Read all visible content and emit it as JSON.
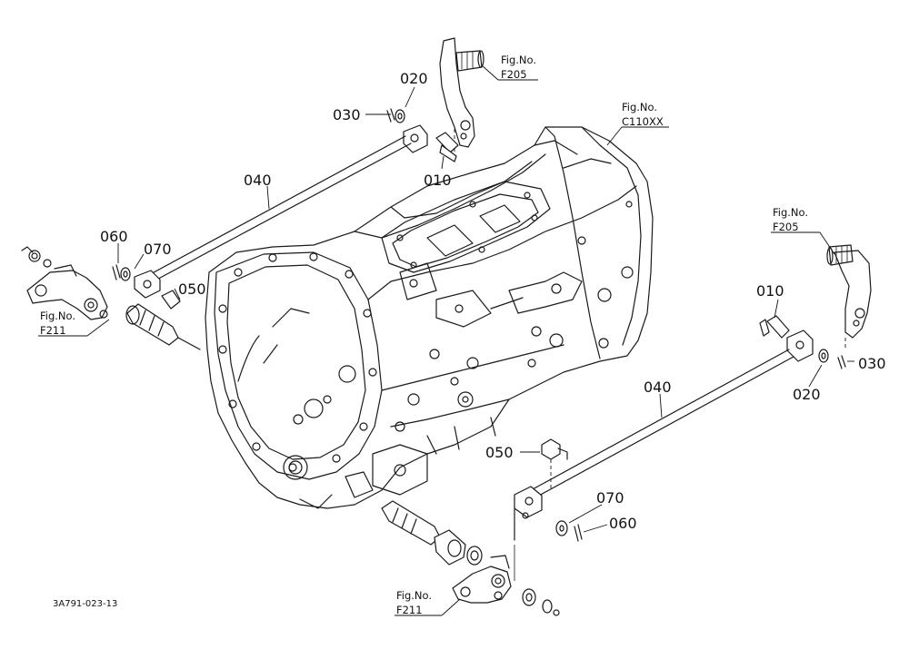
{
  "part_labels": {
    "p010_top": "010",
    "p020_top": "020",
    "p030_top": "030",
    "p040_left": "040",
    "p060_left": "060",
    "p070_left": "070",
    "p050_left": "050",
    "p010_right": "010",
    "p030_right": "030",
    "p020_right": "020",
    "p040_right": "040",
    "p050_bottom": "050",
    "p070_bottom": "070",
    "p060_bottom": "060"
  },
  "figure_refs": {
    "f205_top": {
      "line1": "Fig.No.",
      "line2": "F205"
    },
    "c110_top": {
      "line1": "Fig.No.",
      "line2": "C110XX"
    },
    "f205_right": {
      "line1": "Fig.No.",
      "line2": "F205"
    },
    "f211_left": {
      "line1": "Fig.No.",
      "line2": "F211"
    },
    "f211_bottom": {
      "line1": "Fig.No.",
      "line2": "F211"
    }
  },
  "diagram_code": "3A791-023-13"
}
